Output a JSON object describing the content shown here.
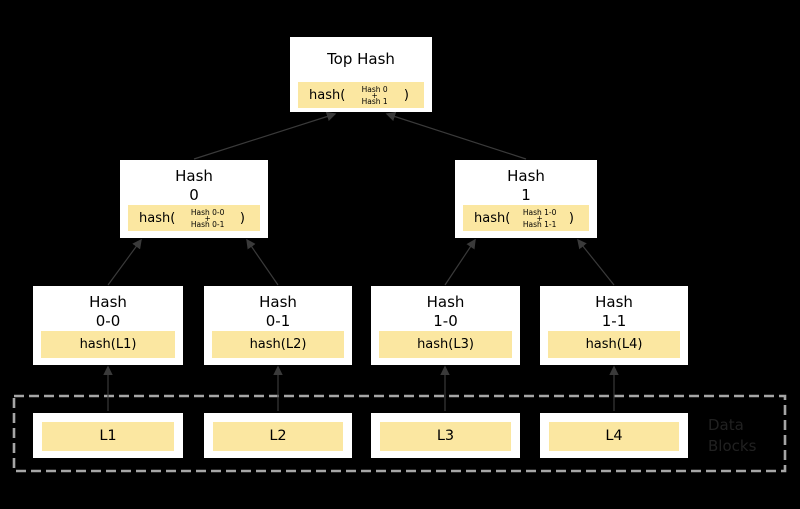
{
  "colors": {
    "background": "#000000",
    "node_fill": "#ffffff",
    "highlight_fill": "#fbe7a1",
    "node_text": "#000000",
    "arrow": "#3a3a3a",
    "dashed_border": "#a6a6a6",
    "data_blocks_caption": "#212121"
  },
  "tree": {
    "top": {
      "title": "Top Hash",
      "func_open": "hash(",
      "args": [
        "Hash 0",
        "+",
        "Hash 1"
      ],
      "func_close": ")"
    },
    "level2": [
      {
        "title_line1": "Hash",
        "title_line2": "0",
        "func_open": "hash(",
        "args": [
          "Hash 0-0",
          "+",
          "Hash 0-1"
        ],
        "func_close": ")"
      },
      {
        "title_line1": "Hash",
        "title_line2": "1",
        "func_open": "hash(",
        "args": [
          "Hash 1-0",
          "+",
          "Hash 1-1"
        ],
        "func_close": ")"
      }
    ],
    "level3": [
      {
        "title_line1": "Hash",
        "title_line2": "0-0",
        "hash_label": "hash(L1)"
      },
      {
        "title_line1": "Hash",
        "title_line2": "0-1",
        "hash_label": "hash(L2)"
      },
      {
        "title_line1": "Hash",
        "title_line2": "1-0",
        "hash_label": "hash(L3)"
      },
      {
        "title_line1": "Hash",
        "title_line2": "1-1",
        "hash_label": "hash(L4)"
      }
    ],
    "blocks": [
      {
        "label": "L1"
      },
      {
        "label": "L2"
      },
      {
        "label": "L3"
      },
      {
        "label": "L4"
      }
    ],
    "data_blocks_caption_line1": "Data",
    "data_blocks_caption_line2": "Blocks"
  }
}
